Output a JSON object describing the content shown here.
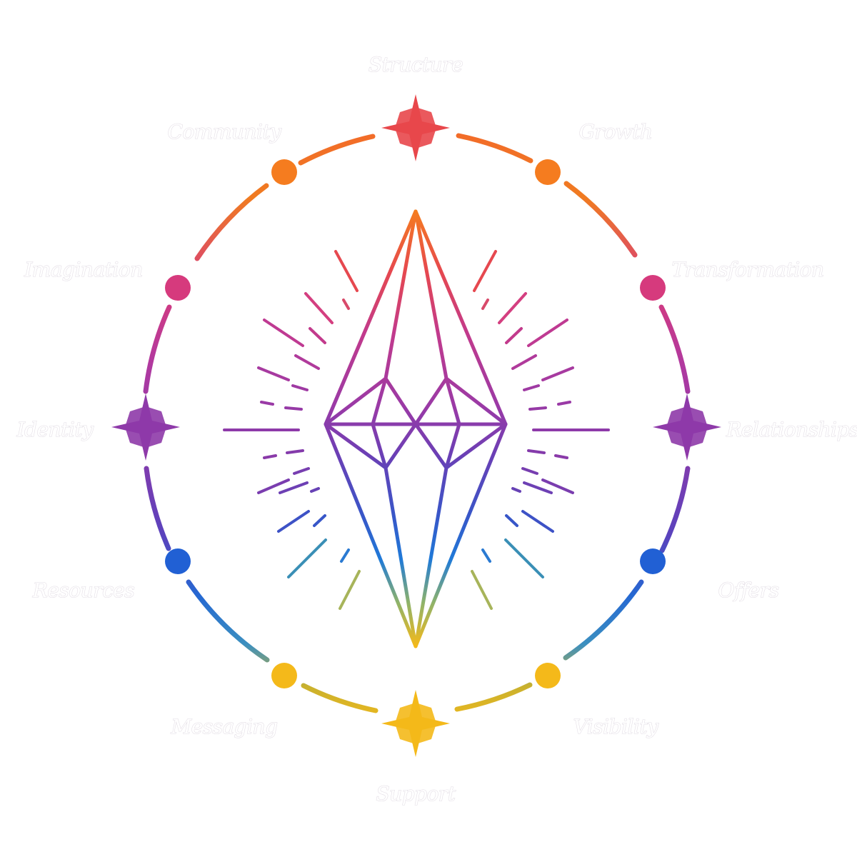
{
  "diagram": {
    "labels": {
      "structure": "Structure",
      "growth": "Growth",
      "transformation": "Transformation",
      "relationships": "Relationships",
      "offers": "Offers",
      "visibility": "Visibility",
      "support": "Support",
      "messaging": "Messaging",
      "resources": "Resources",
      "identity": "Identity",
      "imagination": "Imagination",
      "community": "Community"
    },
    "colors": {
      "red": "#e8474b",
      "orange": "#f57c1f",
      "pink": "#d63a7d",
      "magenta": "#b6389c",
      "purple": "#8e3aa9",
      "violet": "#6b3fb5",
      "blue": "#2160d4",
      "teal": "#4aa3a0",
      "yellow": "#f4b91a"
    },
    "icons": {
      "top": "star-icon",
      "bottom": "star-icon",
      "left": "star-icon",
      "right": "star-icon",
      "center": "crystal-icon",
      "nodes": "dot-icon"
    }
  }
}
